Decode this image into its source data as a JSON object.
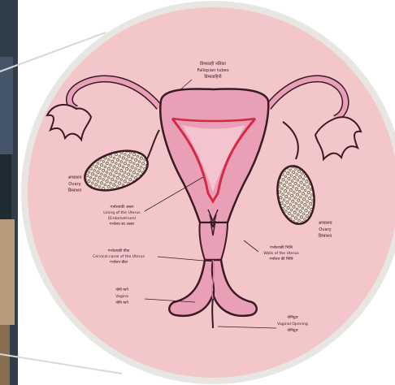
{
  "labels": {
    "fallopian_tube": [
      "डिम्बवाही नलिका",
      "Fallopian tubes",
      "डिम्बवाहिनी"
    ],
    "ovary": [
      "अण्डाशय",
      "Ovary",
      "डिम्बाशय"
    ],
    "lining": [
      "गर्भाशयकी अस्तर",
      "Lining of the Uterus",
      "(Endometrium)",
      "गर्भाशय का अस्तर"
    ],
    "walls": [
      "गर्भाशयकी भित्ति",
      "Walls of the Uterus",
      "गर्भाशय की भित्ति"
    ],
    "cervical": [
      "गर्भाशयकी ग्रीवा",
      "Cervical canal of the Uterus",
      "गर्भाशय ग्रीवा"
    ],
    "vagina": [
      "योनी मार्ग",
      "Vagina",
      "योनि मार्ग"
    ],
    "vaginal_opening": [
      "योनिद्वार",
      "Vaginal Opening",
      "योनिद्वार"
    ]
  },
  "colors": {
    "paper": "#f3c6c9",
    "uterus": "#e9a0b6",
    "uterus_dark": "#d7869f",
    "outline": "#3b1a26",
    "endometrium": "#d42a44",
    "frame": "#e8e6e2"
  }
}
